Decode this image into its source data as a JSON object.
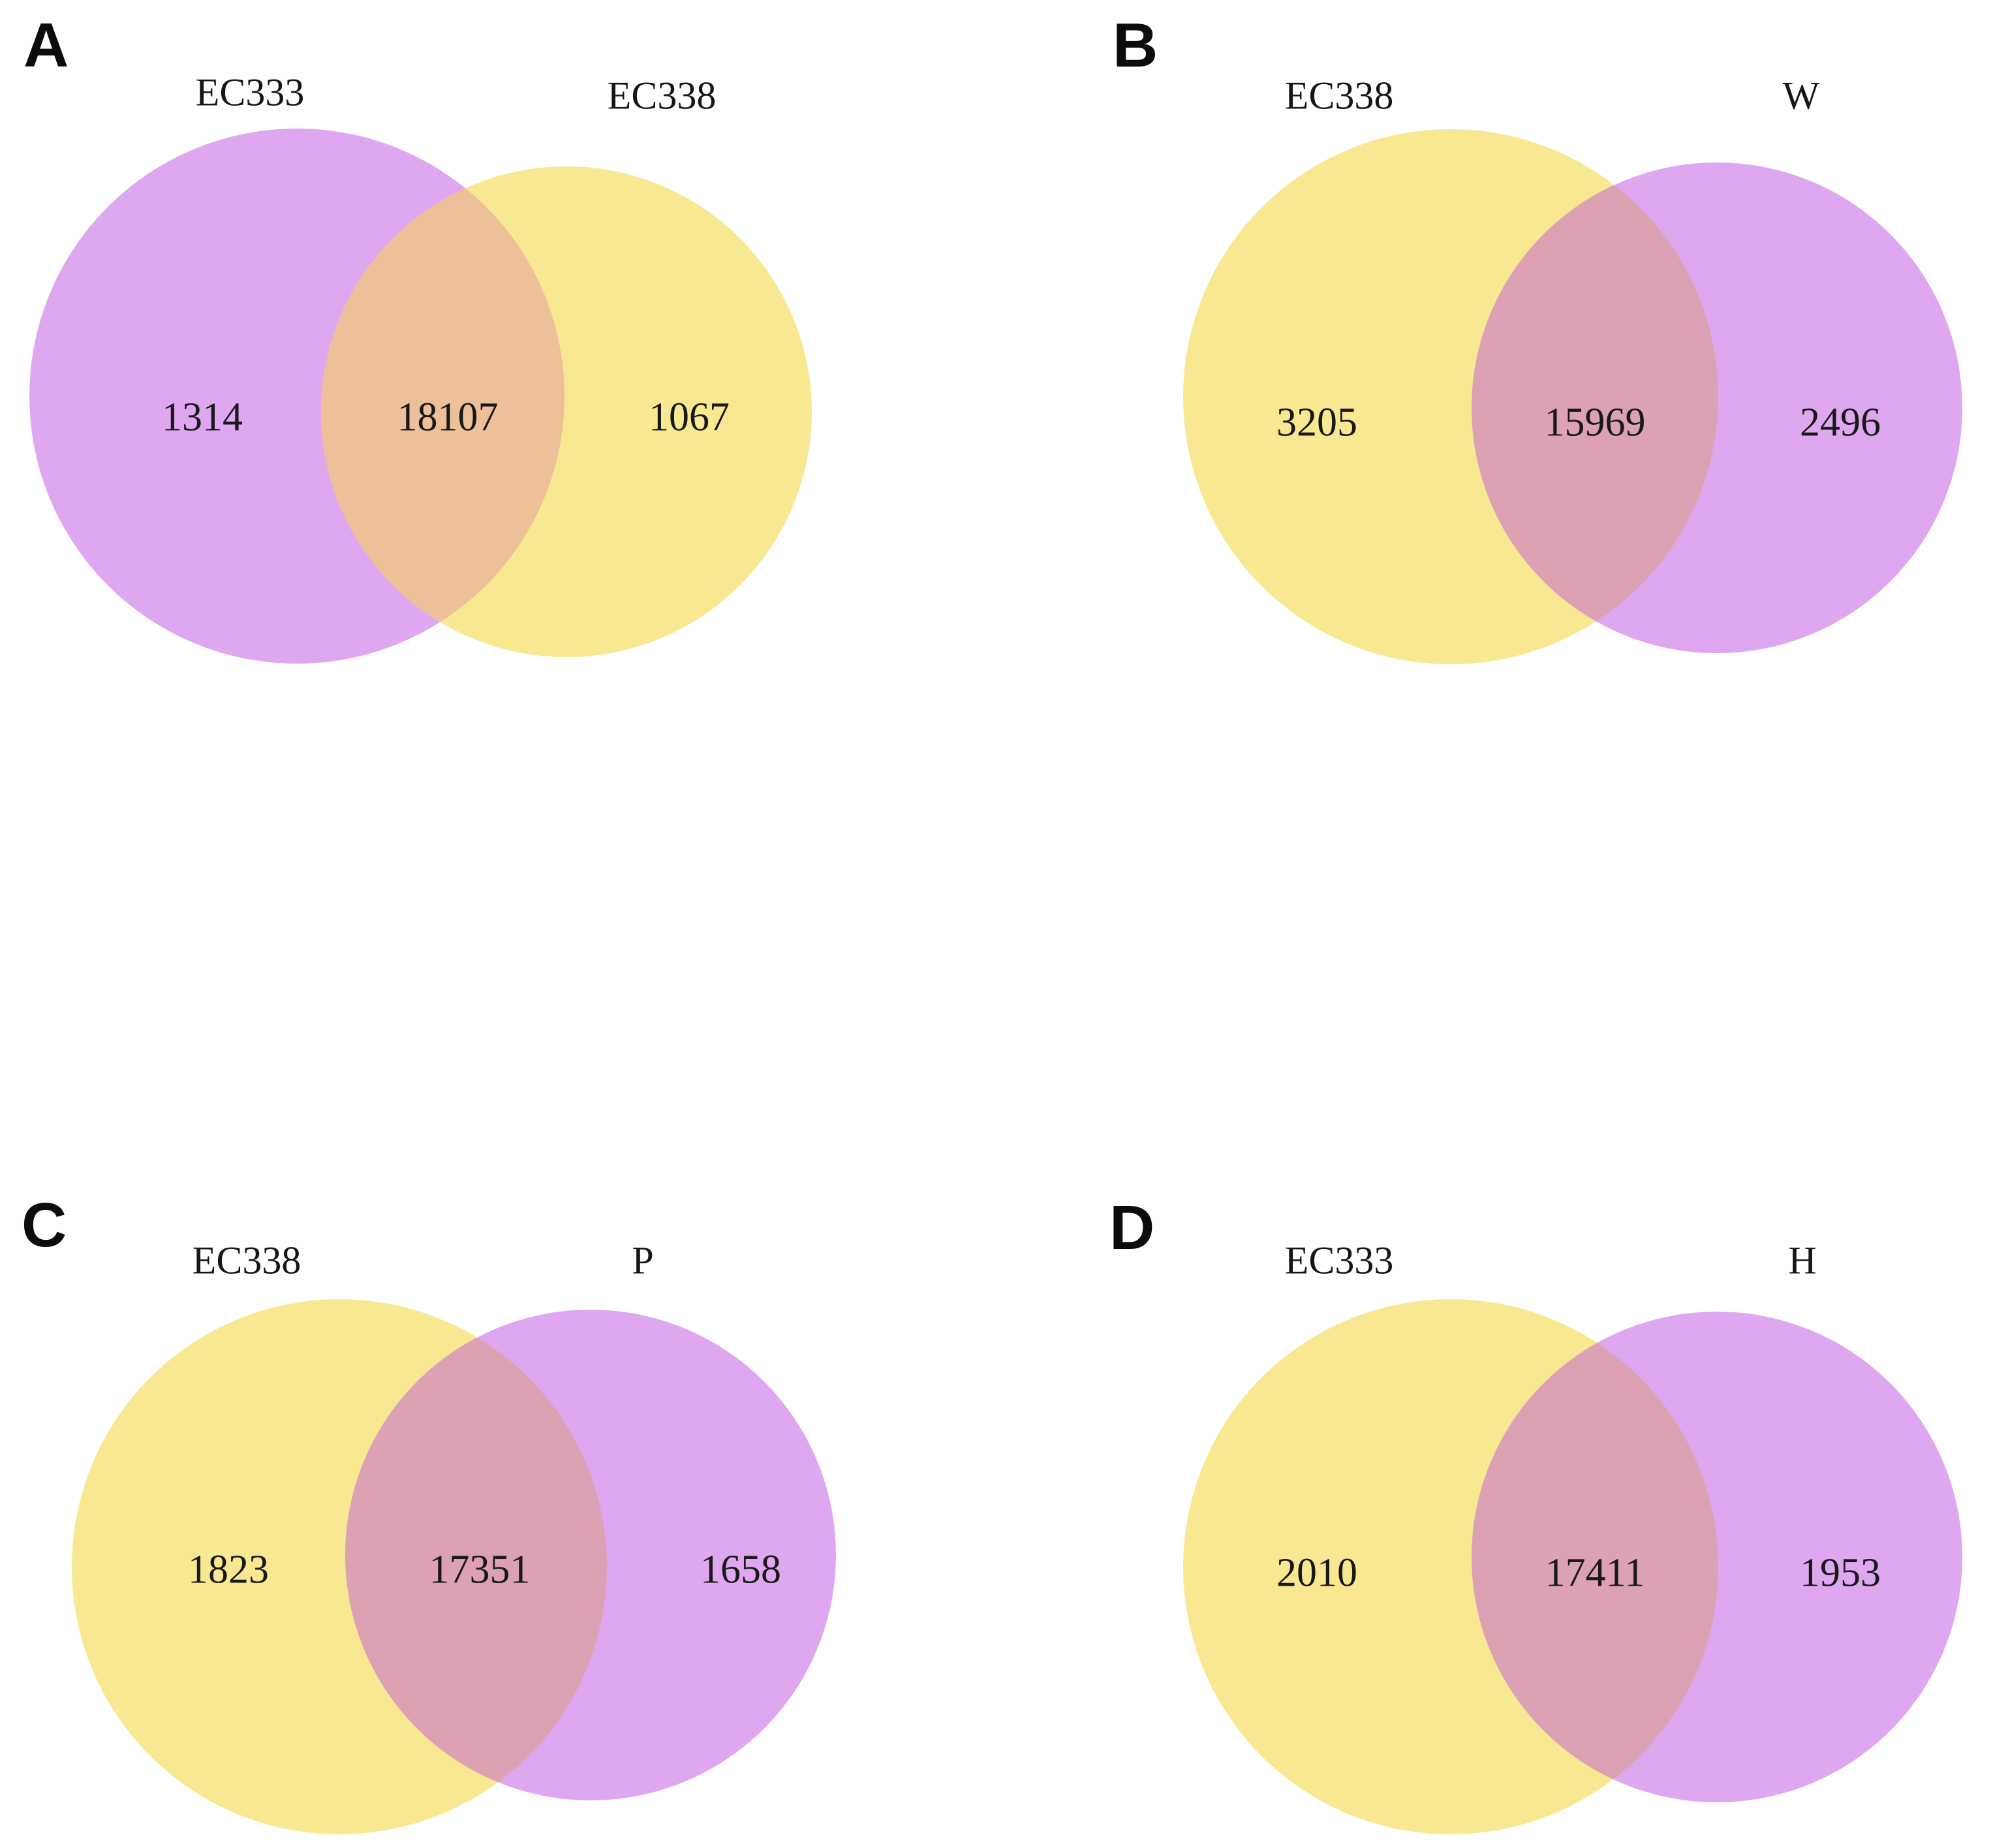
{
  "figure": {
    "type": "venn_diagram_figure",
    "background_color": "#ffffff",
    "text_color": "#191919"
  },
  "colors": {
    "purple": "#dfa7ef",
    "yellow": "#f8e892",
    "overlap_orange": "#eec09a",
    "overlap_pink": "#dca2b4"
  },
  "panels": [
    {
      "id": "A",
      "letter": "A",
      "left_set": {
        "label": "EC333",
        "color_name": "purple",
        "only_count": "1314"
      },
      "right_set": {
        "label": "EC338",
        "color_name": "yellow",
        "only_count": "1067"
      },
      "overlap": {
        "count": "18107",
        "color_name": "overlap_orange"
      }
    },
    {
      "id": "B",
      "letter": "B",
      "left_set": {
        "label": "EC338",
        "color_name": "yellow",
        "only_count": "3205"
      },
      "right_set": {
        "label": "W",
        "color_name": "purple",
        "only_count": "2496"
      },
      "overlap": {
        "count": "15969",
        "color_name": "overlap_pink"
      }
    },
    {
      "id": "C",
      "letter": "C",
      "left_set": {
        "label": "EC338",
        "color_name": "yellow",
        "only_count": "1823"
      },
      "right_set": {
        "label": "P",
        "color_name": "purple",
        "only_count": "1658"
      },
      "overlap": {
        "count": "17351",
        "color_name": "overlap_pink"
      }
    },
    {
      "id": "D",
      "letter": "D",
      "left_set": {
        "label": "EC333",
        "color_name": "yellow",
        "only_count": "2010"
      },
      "right_set": {
        "label": "H",
        "color_name": "purple",
        "only_count": "1953"
      },
      "overlap": {
        "count": "17411",
        "color_name": "overlap_pink"
      }
    }
  ],
  "chart_data": [
    {
      "type": "venn",
      "panel": "A",
      "sets": [
        "EC333",
        "EC338"
      ],
      "set_colors": [
        "purple",
        "yellow"
      ],
      "values": {
        "EC333_only": 1314,
        "intersection": 18107,
        "EC338_only": 1067
      }
    },
    {
      "type": "venn",
      "panel": "B",
      "sets": [
        "EC338",
        "W"
      ],
      "set_colors": [
        "yellow",
        "purple"
      ],
      "values": {
        "EC338_only": 3205,
        "intersection": 15969,
        "W_only": 2496
      }
    },
    {
      "type": "venn",
      "panel": "C",
      "sets": [
        "EC338",
        "P"
      ],
      "set_colors": [
        "yellow",
        "purple"
      ],
      "values": {
        "EC338_only": 1823,
        "intersection": 17351,
        "P_only": 1658
      }
    },
    {
      "type": "venn",
      "panel": "D",
      "sets": [
        "EC333",
        "H"
      ],
      "set_colors": [
        "yellow",
        "purple"
      ],
      "values": {
        "EC333_only": 2010,
        "intersection": 17411,
        "H_only": 1953
      }
    }
  ]
}
